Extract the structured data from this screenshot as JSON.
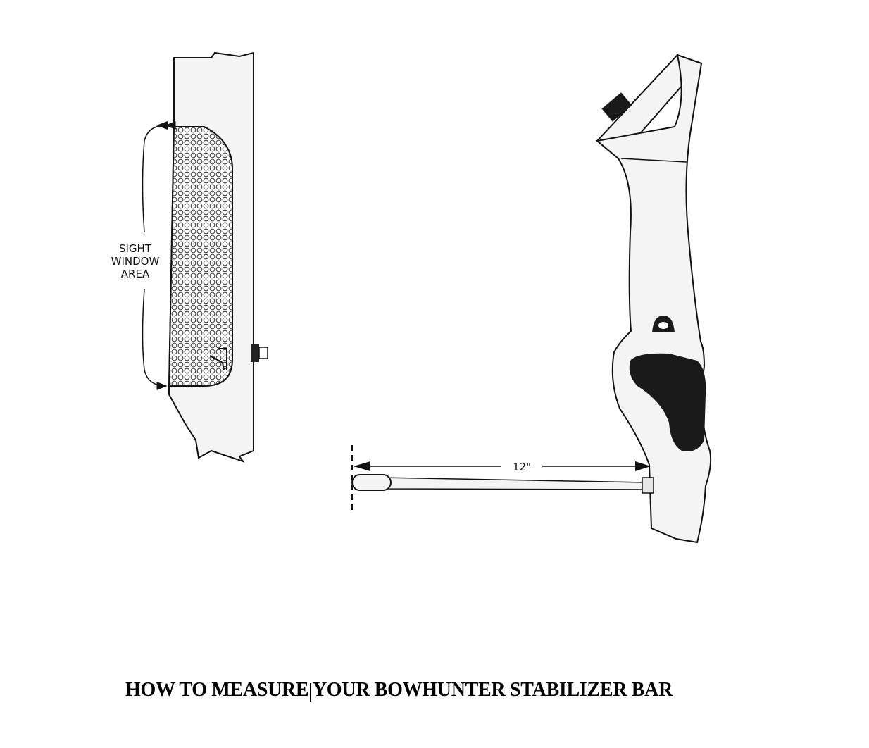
{
  "left_figure": {
    "label_lines": [
      "SIGHT",
      "WINDOW",
      "AREA"
    ]
  },
  "right_figure": {
    "measurement_label": "12\""
  },
  "caption": {
    "part1": "HOW TO MEASURE",
    "part2": "YOUR BOWHUNTER STABILIZER BAR"
  },
  "colors": {
    "ink": "#111111",
    "riser_fill": "#f4f4f4",
    "grip_fill": "#1a1a1a"
  }
}
